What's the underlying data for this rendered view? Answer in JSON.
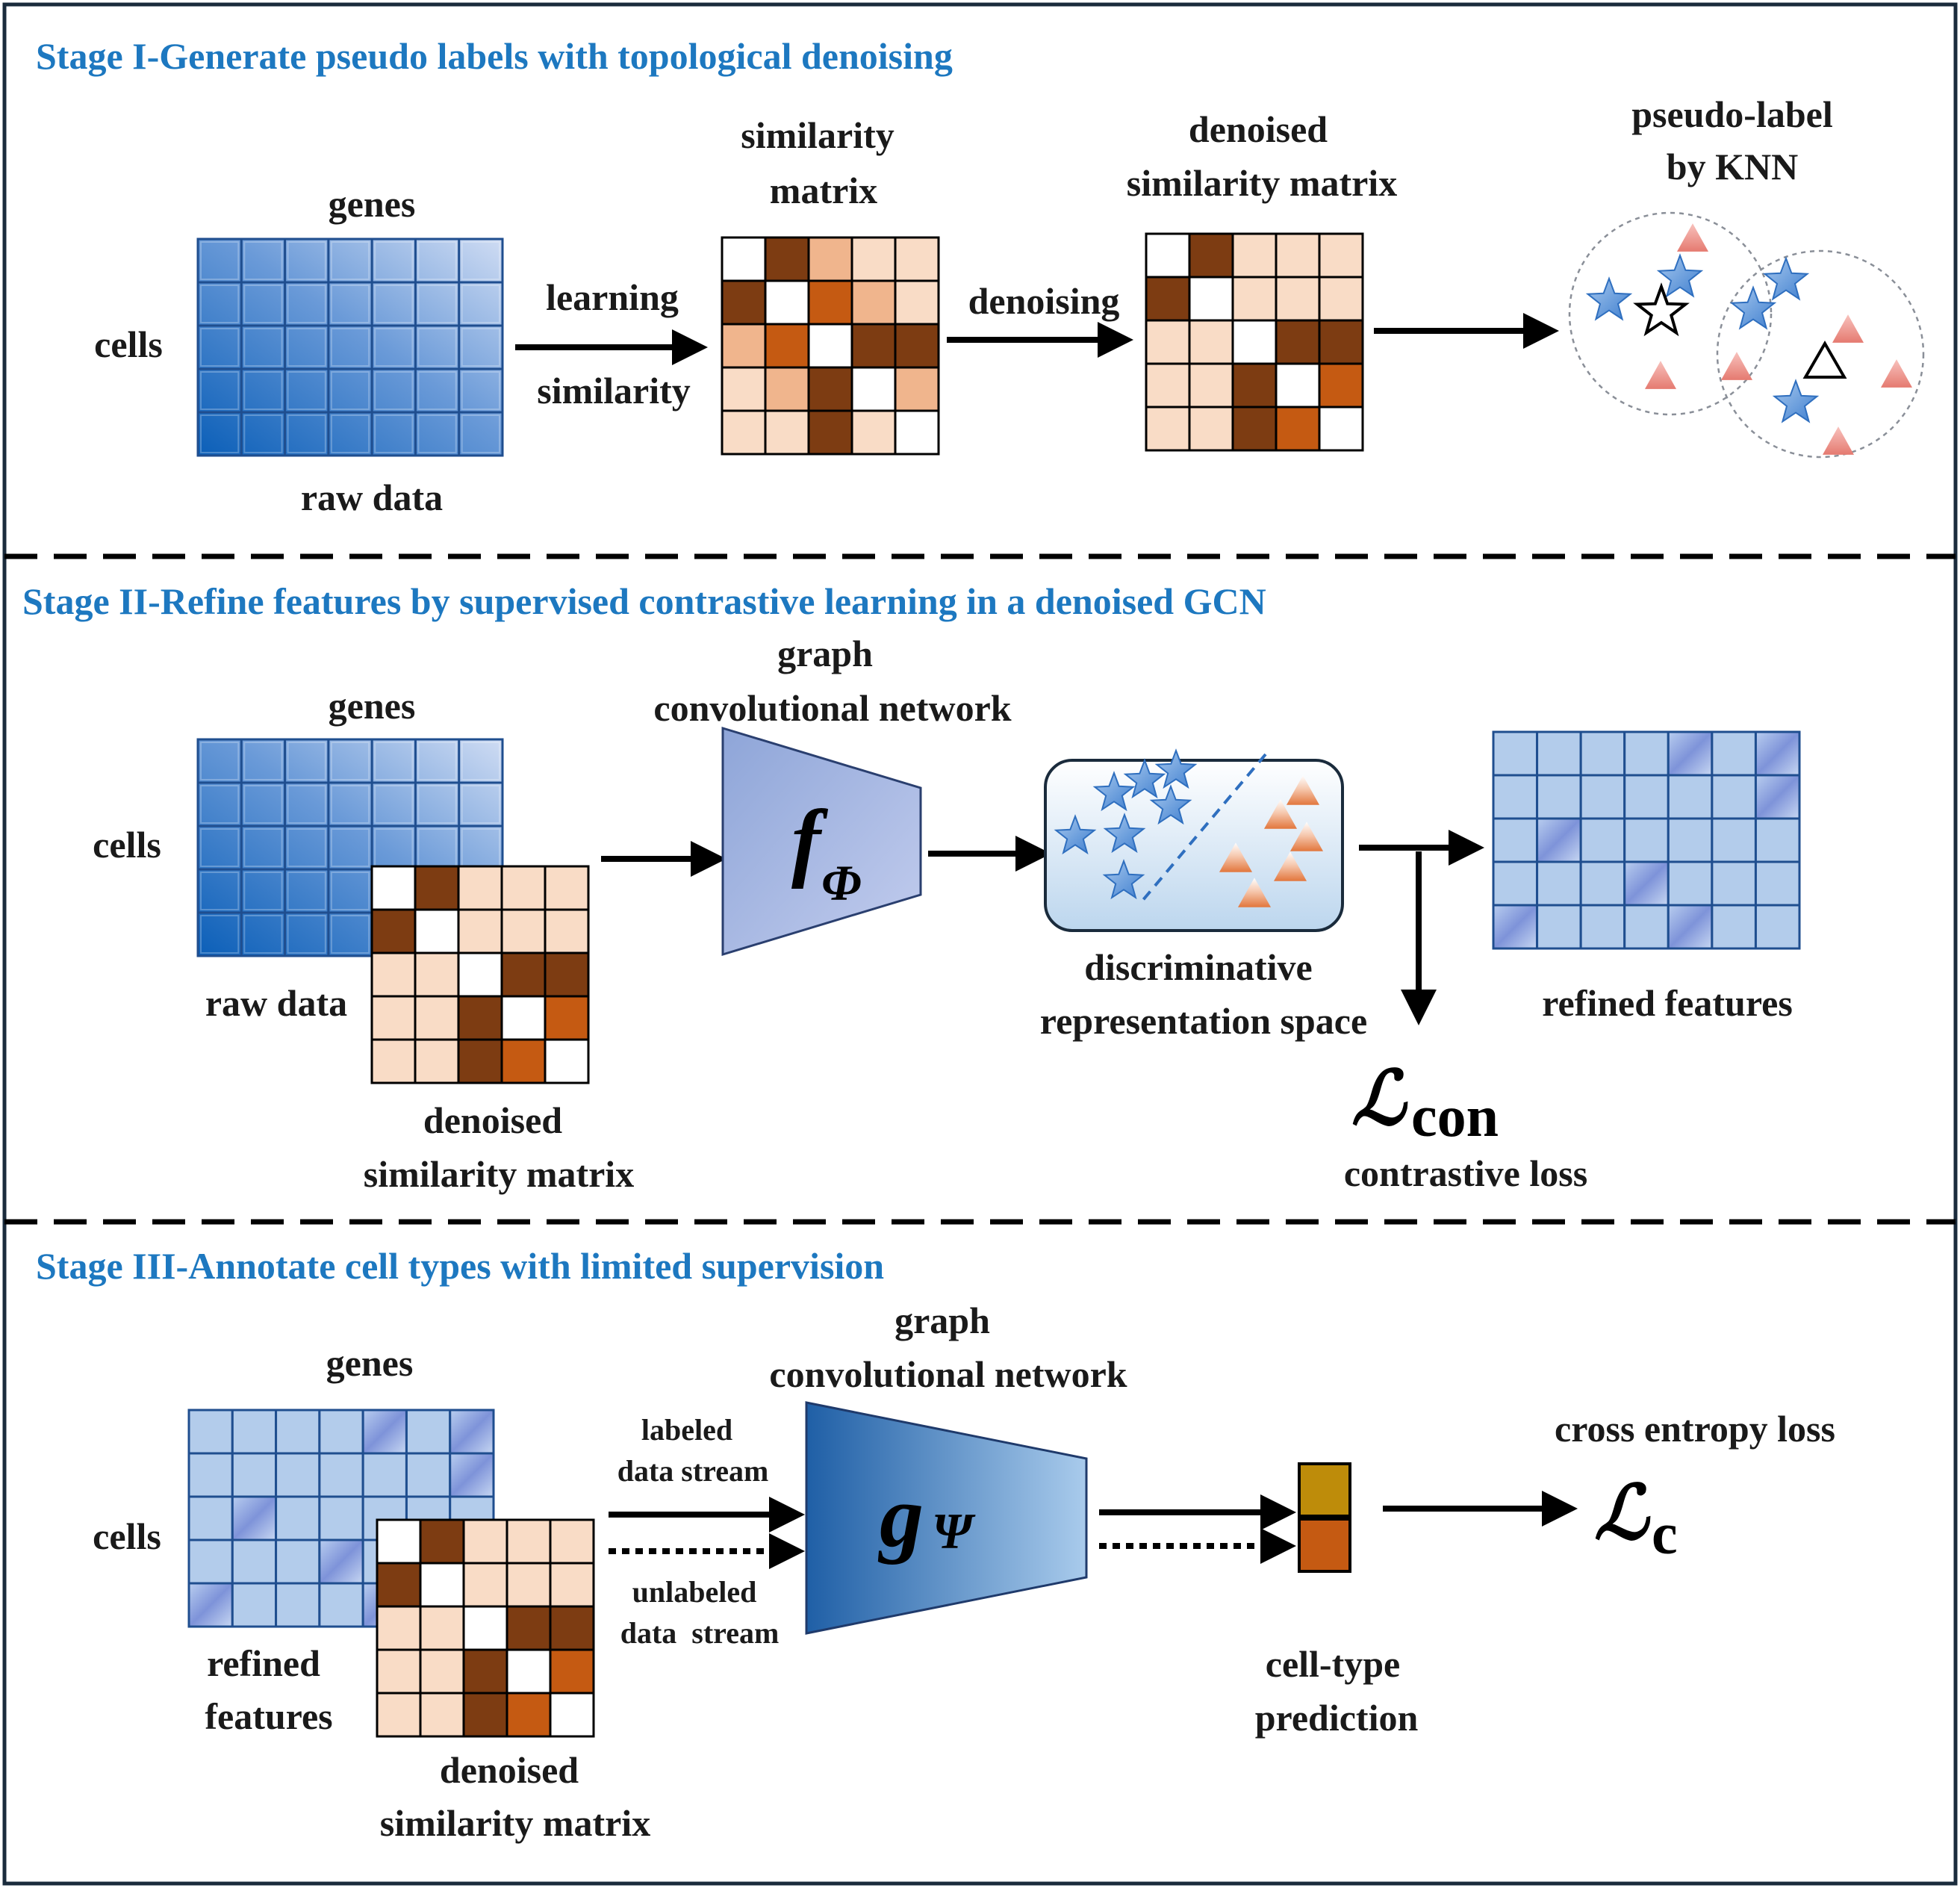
{
  "colors": {
    "title_blue": "#1d78c0",
    "matrix_dark": "#7d3c12",
    "matrix_orange": "#c55a12",
    "matrix_mid": "#f0b58d",
    "matrix_light": "#f9dcc6",
    "star_blue": "#4f8fd6",
    "triangle_red": "#ec8a82",
    "border": "#1a2b3c"
  },
  "stage1": {
    "title": "Stage I-Generate pseudo labels with topological denoising",
    "genes": "genes",
    "cells": "cells",
    "raw_data": "raw data",
    "learning": "learning",
    "similarity": "similarity",
    "similarity_matrix_l1": "similarity",
    "similarity_matrix_l2": "matrix",
    "denoising": "denoising",
    "denoised_l1": "denoised",
    "denoised_l2": "similarity matrix",
    "pseudo_l1": "pseudo-label",
    "pseudo_l2": "by KNN"
  },
  "stage2": {
    "title": "Stage II-Refine features by supervised contrastive learning in a denoised GCN",
    "genes": "genes",
    "cells": "cells",
    "raw_data": "raw data",
    "denoised_l1": "denoised",
    "denoised_l2": "similarity matrix",
    "gcn_l1": "graph",
    "gcn_l2": "convolutional network",
    "f_symbol": "f",
    "f_sub": "Φ",
    "disc_l1": "discriminative",
    "disc_l2": "representation space",
    "refined": "refined features",
    "loss_symbol": "ℒ",
    "loss_sub": "con",
    "loss_label": "contrastive loss"
  },
  "stage3": {
    "title": "Stage III-Annotate cell types with limited supervision",
    "genes": "genes",
    "cells": "cells",
    "refined_l1": "refined",
    "refined_l2": "features",
    "denoised_l1": "denoised",
    "denoised_l2": "similarity matrix",
    "labeled_l1": "labeled",
    "labeled_l2": "data stream",
    "unlabeled_l1": "unlabeled",
    "unlabeled_l2": "data  stream",
    "gcn_l1": "graph",
    "gcn_l2": "convolutional network",
    "g_symbol": "g",
    "g_sub": "Ψ",
    "pred_l1": "cell-type",
    "pred_l2": "prediction",
    "ce_label": "cross entropy loss",
    "loss_symbol": "ℒ",
    "loss_sub": "c"
  }
}
